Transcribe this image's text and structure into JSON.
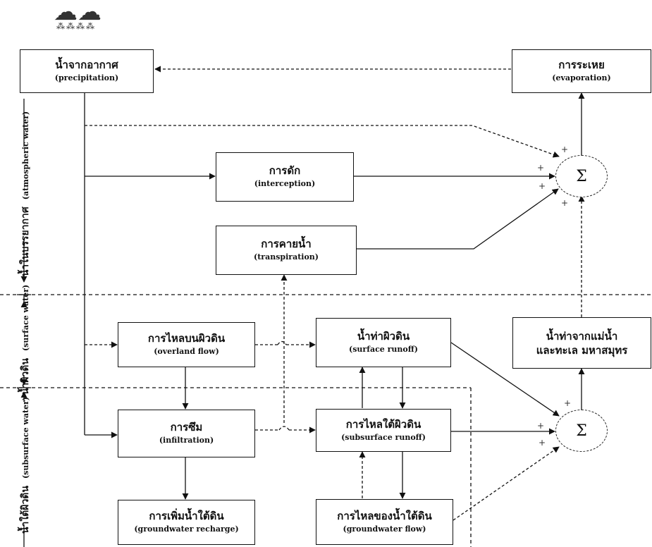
{
  "nodes": {
    "precipitation": {
      "th": "น้ำจากอากาศ",
      "en": "(precipitation)"
    },
    "evaporation": {
      "th": "การระเหย",
      "en": "(evaporation)"
    },
    "interception": {
      "th": "การดัก",
      "en": "(interception)"
    },
    "transpiration": {
      "th": "การคายน้ำ",
      "en": "(transpiration)"
    },
    "overland_flow": {
      "th": "การไหลบนผิวดิน",
      "en": "(overland flow)"
    },
    "surface_runoff": {
      "th": "น้ำท่าผิวดิน",
      "en": "(surface runoff)"
    },
    "river_sea_ocean": {
      "line1": "น้ำท่าจากแม่น้ำ",
      "line2": "และทะเล มหาสมุทร"
    },
    "infiltration": {
      "th": "การซึม",
      "en": "(infiltration)"
    },
    "subsurface_runoff": {
      "th": "การไหลใต้ผิวดิน",
      "en": "(subsurface runoff)"
    },
    "groundwater_recharge": {
      "th": "การเพิ่มน้ำใต้ดิน",
      "en": "(groundwater recharge)"
    },
    "groundwater_flow": {
      "th": "การไหลของน้ำใต้ดิน",
      "en": "(groundwater flow)"
    }
  },
  "summation_symbol": "Σ",
  "sign_symbol": "+",
  "zones": {
    "atmospheric": {
      "th": "น้ำในบรรยากาศ",
      "en": "(atmospheric water)"
    },
    "surface": {
      "th": "น้ำผิวดิน",
      "en": "(surface water)"
    },
    "subsurface": {
      "th": "น้ำใต้ผิวดิน",
      "en": "(subsurface water)"
    }
  },
  "cloud_icon": "rain-cloud-icon"
}
